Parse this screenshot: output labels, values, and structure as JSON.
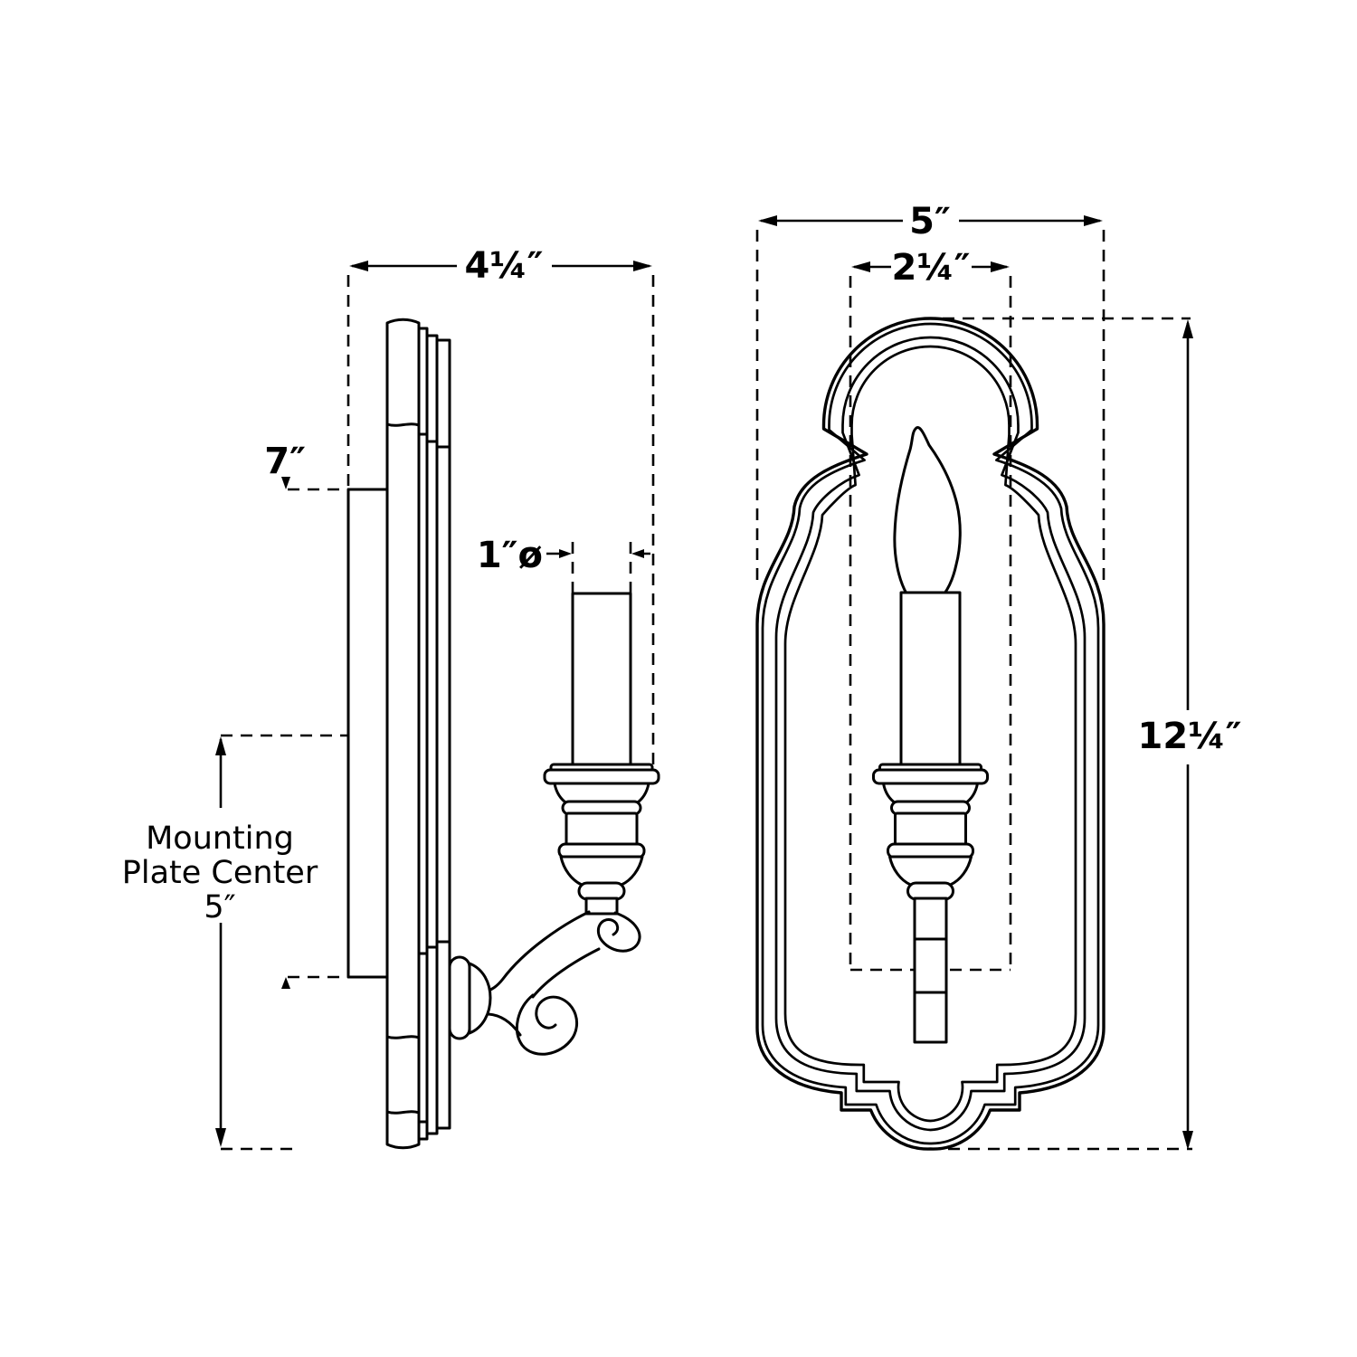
{
  "colors": {
    "background": "#ffffff",
    "line": "#000000"
  },
  "labels": {
    "projection_width": "4¼″",
    "mounting_plate_height": "7″",
    "candle_diameter": "1″ø",
    "mounting_center_line1": "Mounting",
    "mounting_center_line2": "Plate Center",
    "mounting_center_value": "5″",
    "backplate_width": "5″",
    "candle_inset_width": "2¼″",
    "overall_height": "12¼″"
  }
}
